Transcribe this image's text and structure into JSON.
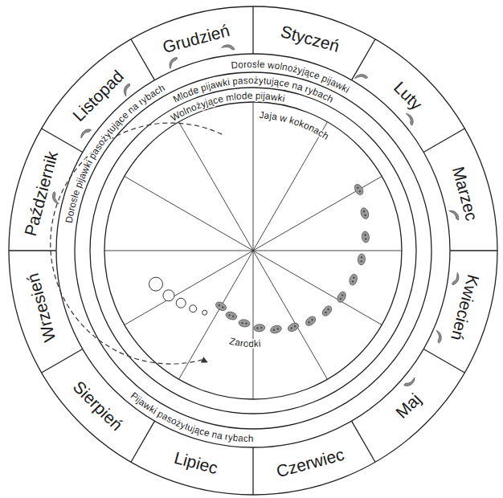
{
  "diagram": {
    "nodes": [
      {
        "text": [
          "Styczeń"
        ]
      },
      {
        "text": [
          "Luty"
        ]
      },
      {
        "text": [
          "Marzec"
        ]
      },
      {
        "text": [
          "Kwiecień"
        ]
      },
      {
        "text": [
          "Maj"
        ]
      },
      {
        "text": [
          "Czerwiec"
        ]
      },
      {
        "text": [
          "Lipiec"
        ]
      },
      {
        "text": [
          "Sierpień"
        ]
      },
      {
        "text": [
          "Wrzesień"
        ]
      },
      {
        "text": [
          "Październik"
        ]
      },
      {
        "text": [
          "Listopad"
        ]
      },
      {
        "text": [
          "Grudzień"
        ]
      }
    ],
    "labels": [
      "Dorosłe wolnożyjące pijawki",
      "Młode pijawki pasożytujące na rybach",
      "Wolnożyjące młode pijawki",
      "Jaja w kokonach",
      "Dorosłe pijawki pasożytujące na rybach",
      "Zarodki",
      "Pijawki pasożytujące na rybach"
    ]
  }
}
